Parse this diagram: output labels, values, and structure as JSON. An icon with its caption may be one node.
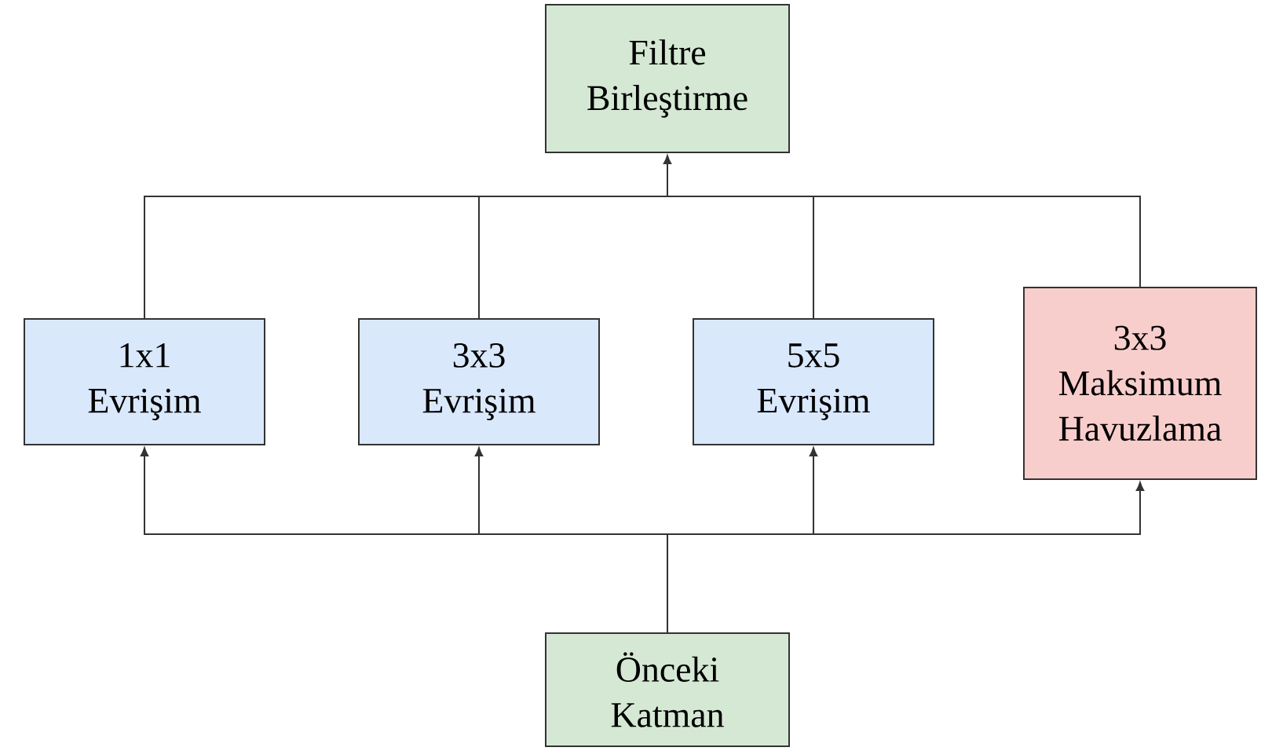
{
  "diagram": {
    "nodes": [
      {
        "text": [
          "Filtre Birleştirme"
        ]
      },
      {
        "text": [
          "1x1 Evrişim"
        ]
      },
      {
        "text": [
          "3x3 Evrişim"
        ]
      },
      {
        "text": [
          "5x5 Evrişim"
        ]
      },
      {
        "text": [
          "3x3 Maksimum Havuzlama"
        ]
      },
      {
        "text": [
          "Önceki Katman"
        ]
      }
    ],
    "edges": [
      {
        "from": 1,
        "to": 0,
        "arrow": "to"
      },
      {
        "from": 2,
        "to": 0,
        "arrow": "to"
      },
      {
        "from": 3,
        "to": 0,
        "arrow": "to"
      },
      {
        "from": 4,
        "to": 0,
        "arrow": "to"
      },
      {
        "from": 5,
        "to": 1,
        "arrow": "to"
      },
      {
        "from": 5,
        "to": 2,
        "arrow": "to"
      },
      {
        "from": 5,
        "to": 3,
        "arrow": "to"
      },
      {
        "from": 5,
        "to": 4,
        "arrow": "to"
      }
    ]
  }
}
